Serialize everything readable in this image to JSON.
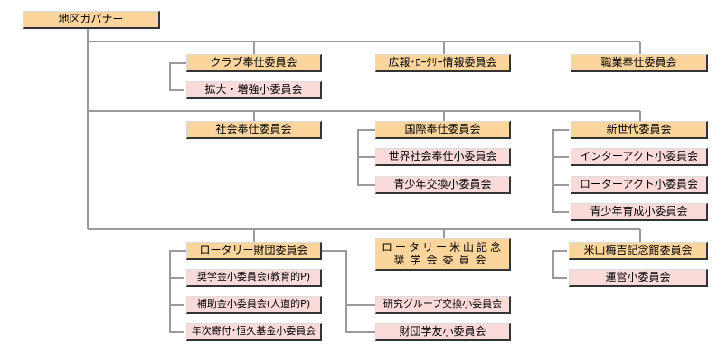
{
  "root": "地区ガバナー",
  "row1": {
    "club": "クラブ奉仕委員会",
    "club_sub": "拡大・増強小委員会",
    "pr": "広報･ﾛｰﾀﾘｰ情報委員会",
    "vocational": "職業奉仕委員会"
  },
  "row2": {
    "community": "社会奉仕委員会",
    "international": "国際奉仕委員会",
    "intl_sub1": "世界社会奉仕小委員会",
    "intl_sub2": "青少年交換小委員会",
    "newgen": "新世代委員会",
    "newgen_sub1": "インターアクト小委員会",
    "newgen_sub2": "ローターアクト小委員会",
    "newgen_sub3": "青少年育成小委員会"
  },
  "row3": {
    "foundation": "ロータリー財団委員会",
    "fd_sub1": "奨学金小委員会(教育的P)",
    "fd_sub2": "補助金小委員会(人道的P)",
    "fd_sub3": "年次寄付･恒久基金小委員会",
    "fd_sub4": "研究グループ交換小委員会",
    "fd_sub5": "財団学友小委員会",
    "yoneyama_line1": "ロータリー米山記念",
    "yoneyama_line2": "奨学会委員会",
    "memorial": "米山梅吉記念館委員会",
    "memorial_sub": "運営小委員会"
  },
  "colors": {
    "primary": "#fcd59c",
    "secondary": "#fbdada",
    "line": "#9a9a9a",
    "shadow": "#333333"
  }
}
